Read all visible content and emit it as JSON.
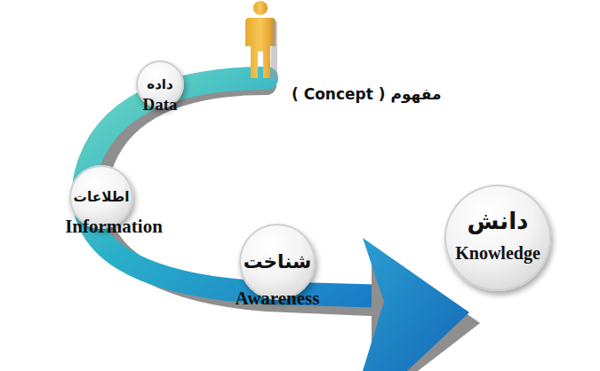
{
  "diagram": {
    "nodes": [
      {
        "text": [
          "داده",
          "Data"
        ]
      },
      {
        "text": [
          "اطلاعات",
          "Information"
        ]
      },
      {
        "text": [
          "شناخت",
          "Awareness"
        ]
      },
      {
        "text": [
          "دانش",
          "Knowledge"
        ]
      }
    ],
    "labels": [
      "مفهوم ( Concept )"
    ]
  }
}
